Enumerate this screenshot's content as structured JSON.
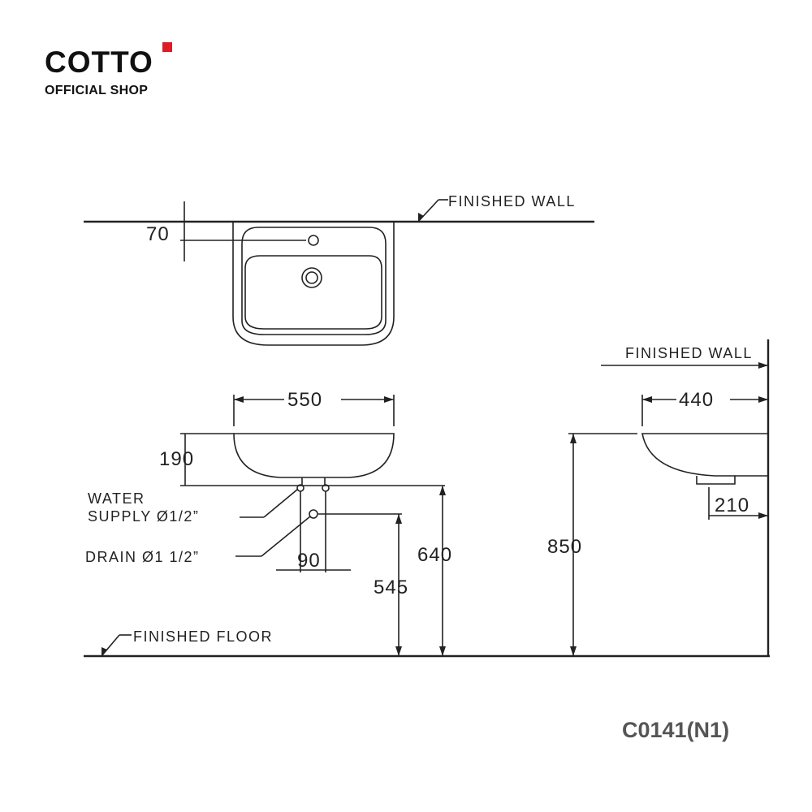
{
  "brand": {
    "name": "COTTO",
    "tagline": "OFFICIAL SHOP",
    "accent_color": "#e21b23"
  },
  "model": "C0141(N1)",
  "labels": {
    "finished_wall_top": "FINISHED WALL",
    "finished_wall_side": "FINISHED WALL",
    "finished_floor": "FINISHED FLOOR",
    "water_supply_line1": "WATER",
    "water_supply_line2": "SUPPLY Ø1/2”",
    "drain": "DRAIN Ø1 1/2”"
  },
  "dimensions": {
    "tap_hole_from_wall": "70",
    "basin_width": "550",
    "basin_height": "190",
    "supply_spacing": "90",
    "supply_height": "640",
    "drain_height": "545",
    "basin_depth": "440",
    "drain_from_wall": "210",
    "rim_height": "850"
  }
}
